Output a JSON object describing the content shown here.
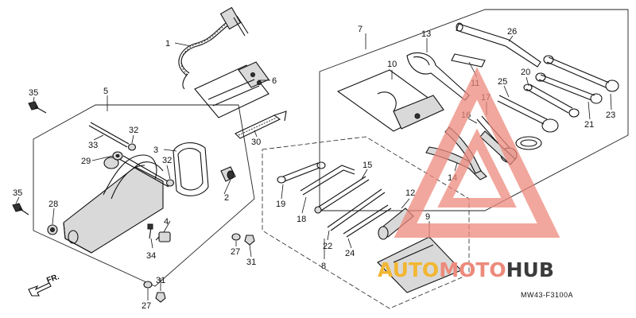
{
  "diagram": {
    "drawing_code": "MW43-F3100A",
    "direction_label": "FR.",
    "watermark": {
      "part_a": "AUTO",
      "part_b": "MOTO",
      "part_c": "HUB",
      "color_a": "#f2b632",
      "color_b": "#ec8a7c",
      "color_c": "#3b3b3b"
    },
    "callouts": [
      "1",
      "2",
      "3",
      "4",
      "5",
      "6",
      "7",
      "8",
      "9",
      "10",
      "11",
      "12",
      "13",
      "14",
      "15",
      "16",
      "17",
      "18",
      "19",
      "20",
      "21",
      "22",
      "23",
      "24",
      "25",
      "26",
      "27",
      "27",
      "28",
      "29",
      "30",
      "31",
      "31",
      "32",
      "32",
      "33",
      "34",
      "35",
      "35"
    ]
  }
}
